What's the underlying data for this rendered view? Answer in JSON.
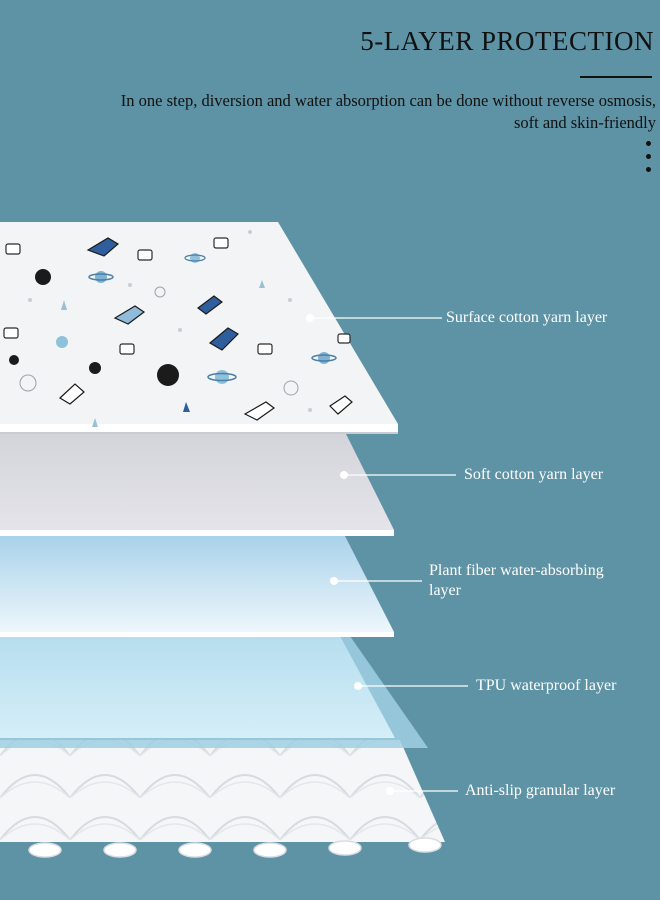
{
  "header": {
    "title": "5-LAYER PROTECTION",
    "subtitle_line1": "In one step, diversion and water absorption can be done without reverse osmosis,",
    "subtitle_line2": "soft and skin-friendly"
  },
  "layers": [
    {
      "label": "Surface cotton yarn layer"
    },
    {
      "label": "Soft cotton yarn layer"
    },
    {
      "label_line1": "Plant fiber water-absorbing",
      "label_line2": "layer"
    },
    {
      "label": "TPU waterproof layer"
    },
    {
      "label": "Anti-slip granular layer"
    }
  ],
  "colors": {
    "background": "#5e93a5",
    "surface_layer": "#f2f3f5",
    "soft_layer": "#d5d6dc",
    "absorbing_layer": "#cfe6f3",
    "tpu_layer": "#bfe2ef",
    "granular_layer": "#ffffff",
    "text_dark": "#111111",
    "text_light": "#ffffff"
  },
  "icons": [
    "rocket-icon",
    "planet-icon",
    "robot-icon",
    "moon-icon",
    "star-icon"
  ]
}
